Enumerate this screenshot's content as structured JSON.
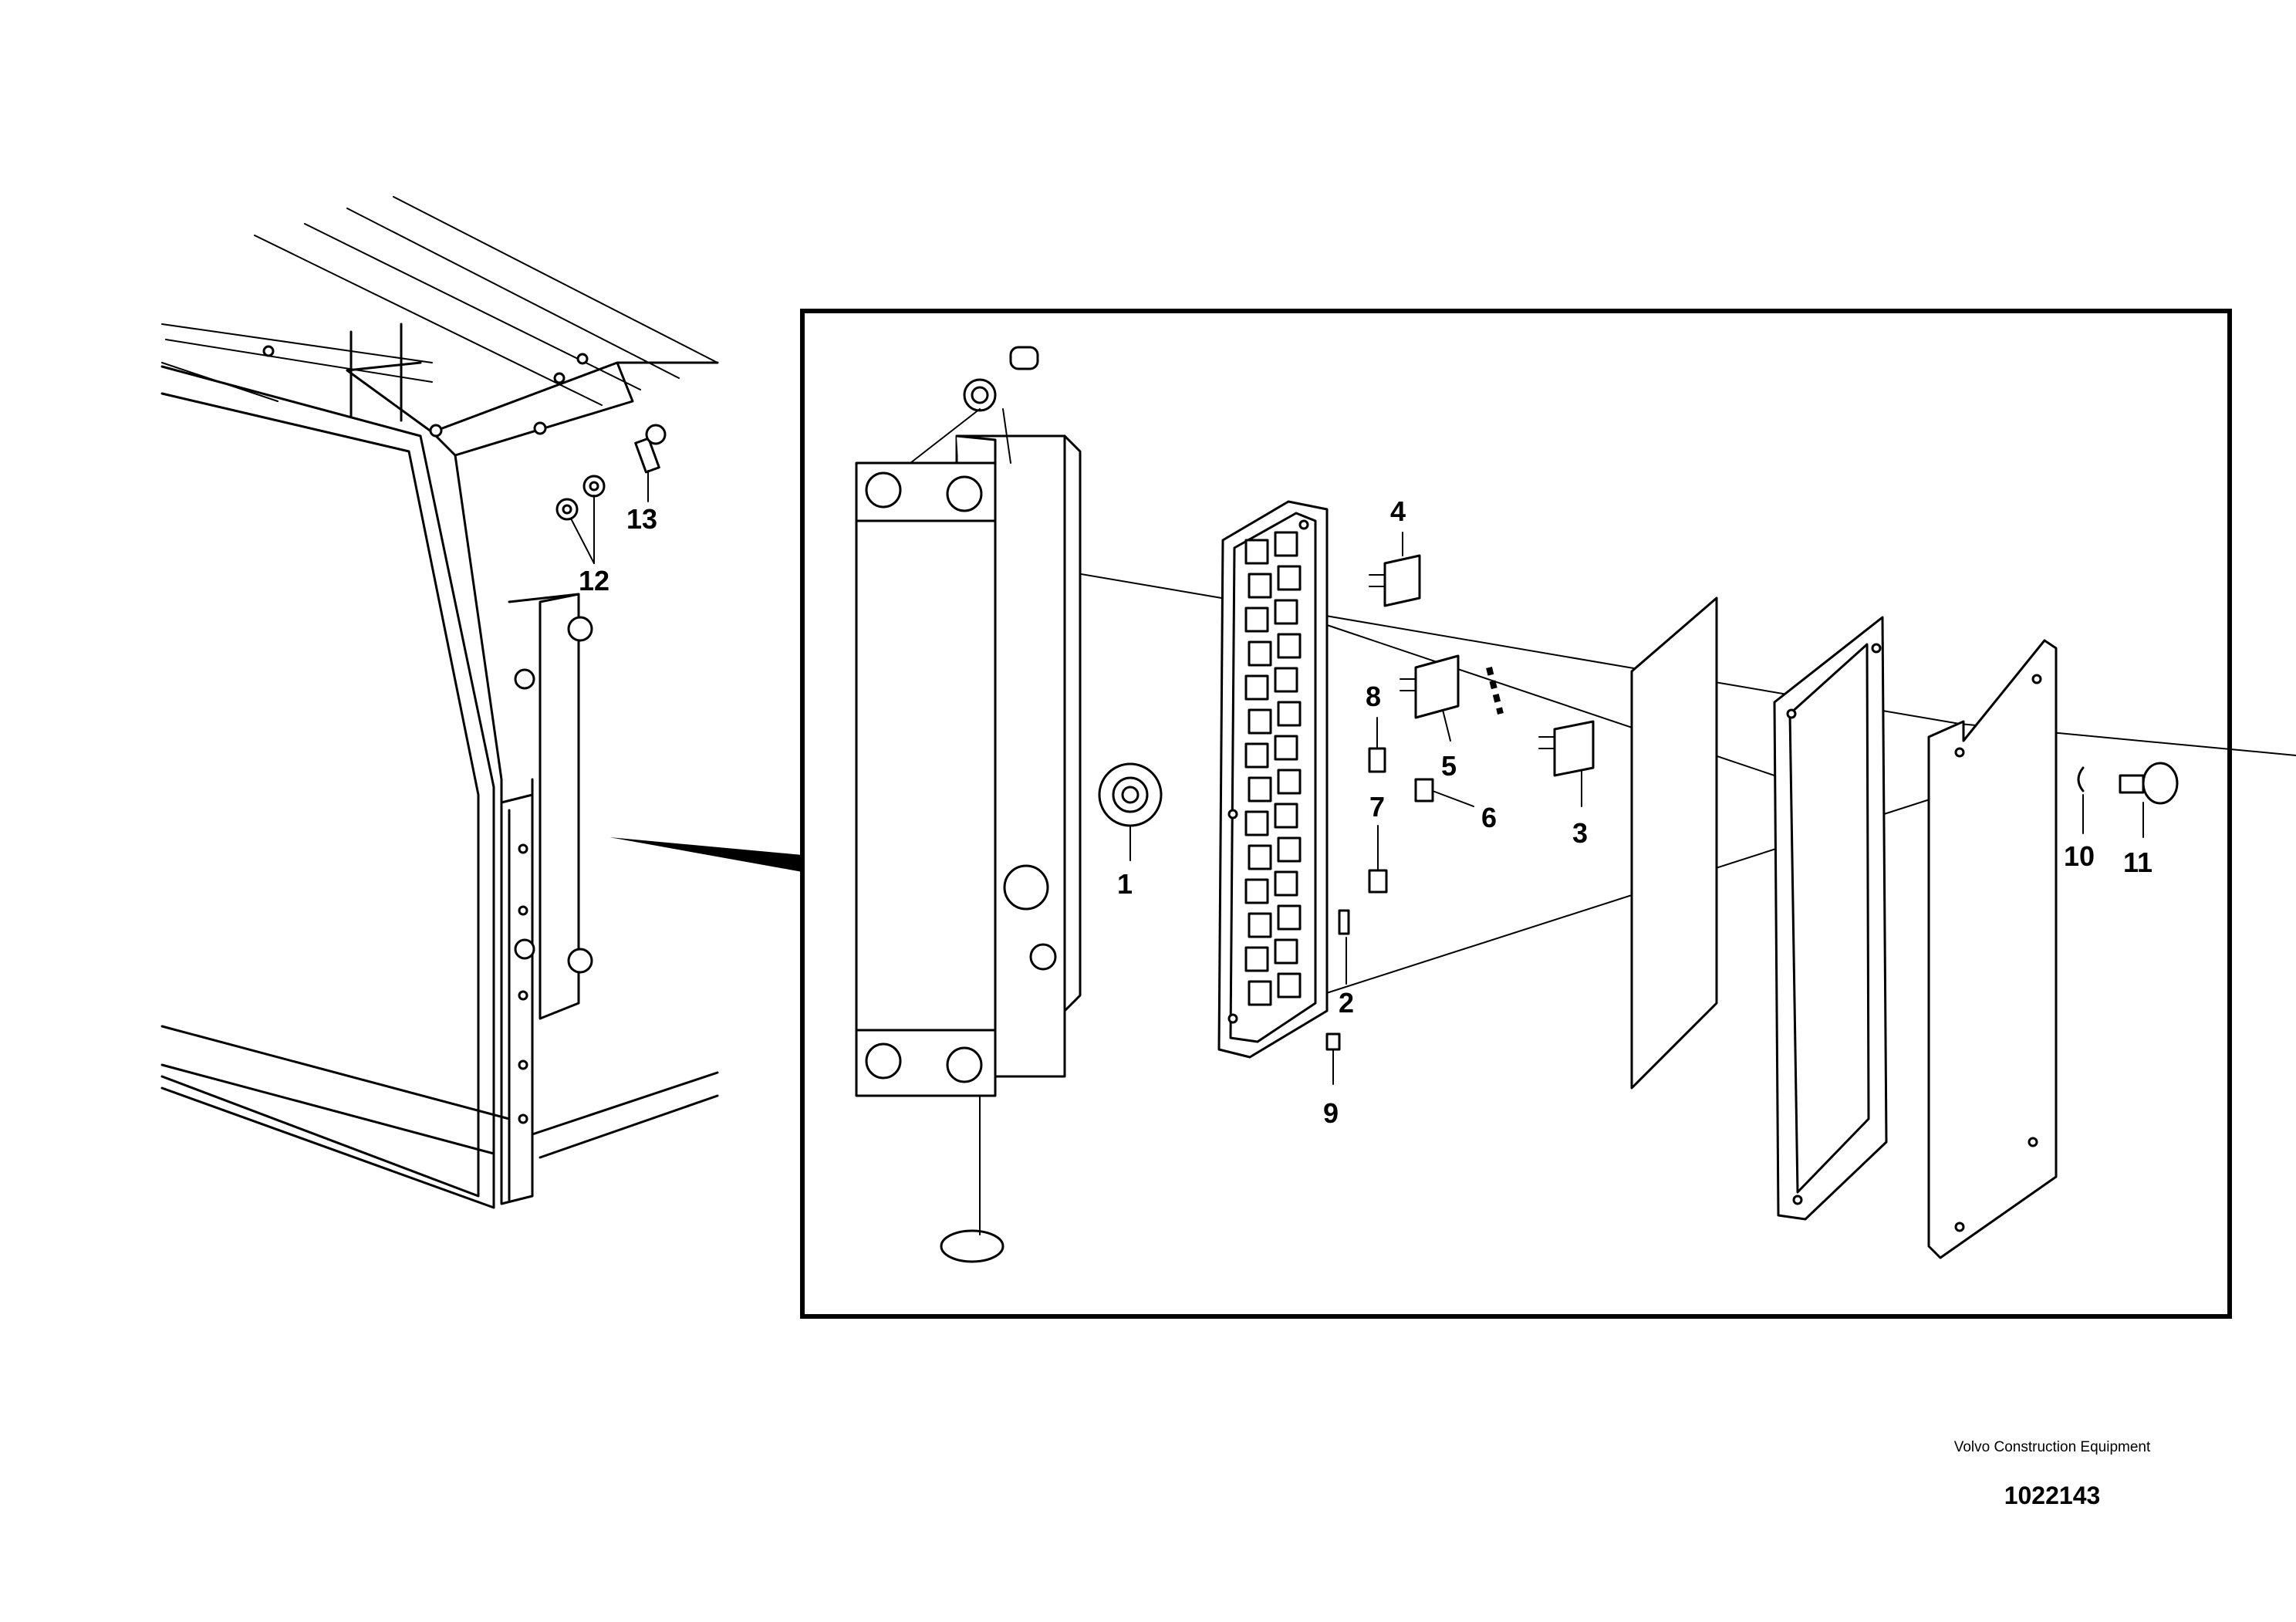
{
  "callouts": [
    "1",
    "2",
    "3",
    "4",
    "5",
    "6",
    "7",
    "8",
    "9",
    "10",
    "11",
    "12",
    "13"
  ],
  "credit": {
    "company": "Volvo Construction Equipment",
    "drawing_number": "1022143"
  }
}
